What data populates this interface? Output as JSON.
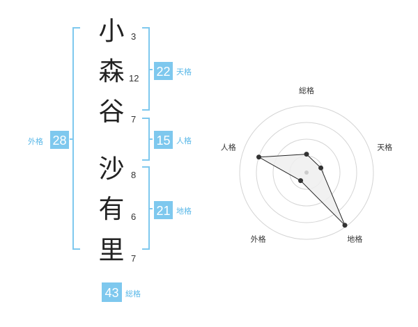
{
  "name": {
    "surname": [
      {
        "char": "小",
        "strokes": "3"
      },
      {
        "char": "森",
        "strokes": "12"
      },
      {
        "char": "谷",
        "strokes": "7"
      }
    ],
    "given": [
      {
        "char": "沙",
        "strokes": "8"
      },
      {
        "char": "有",
        "strokes": "6"
      },
      {
        "char": "里",
        "strokes": "7"
      }
    ]
  },
  "fortunes": {
    "tenkaku": {
      "value": "22",
      "label": "天格"
    },
    "jinkaku": {
      "value": "15",
      "label": "人格"
    },
    "chikaku": {
      "value": "21",
      "label": "地格"
    },
    "gaikaku": {
      "value": "28",
      "label": "外格"
    },
    "soukaku": {
      "value": "43",
      "label": "総格"
    }
  },
  "colors": {
    "accent": "#7ec8ee",
    "accent_text": "#5ab8e8",
    "polygon_fill": "#eeeeee",
    "ring": "#d4d4d4"
  },
  "chart_data": {
    "type": "radar",
    "axes": [
      "総格",
      "天格",
      "地格",
      "外格",
      "人格"
    ],
    "scale_max": 4,
    "values": [
      1.1,
      0.9,
      3.9,
      0.6,
      3.0
    ]
  }
}
